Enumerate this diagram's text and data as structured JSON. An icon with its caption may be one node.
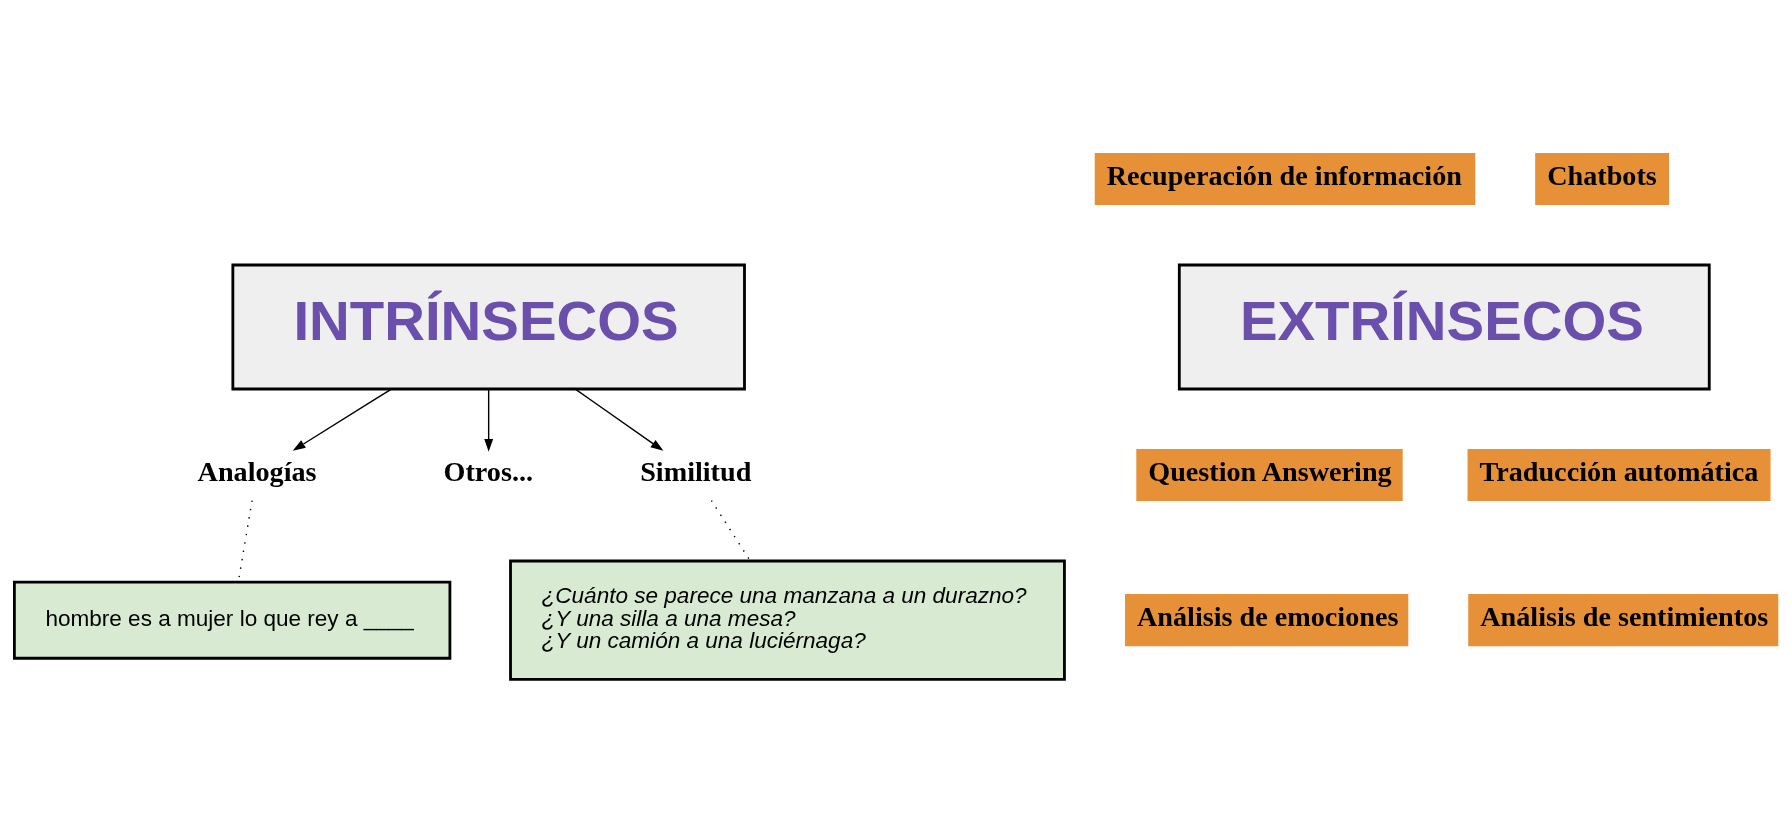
{
  "diagram": {
    "nodes": [
      {
        "text": [
          "INTRÍNSECOS"
        ]
      },
      {
        "text": [
          "Analogías"
        ]
      },
      {
        "text": [
          "Otros..."
        ]
      },
      {
        "text": [
          "Similitud"
        ]
      },
      {
        "text": [
          "hombre es a mujer lo que rey a ____"
        ]
      },
      {
        "text": [
          "EXTRÍNSECOS"
        ]
      },
      {
        "text": [
          "Recuperación de información"
        ]
      },
      {
        "text": [
          "Chatbots"
        ]
      },
      {
        "text": [
          "Question Answering"
        ]
      },
      {
        "text": [
          "Traducción automática"
        ]
      },
      {
        "text": [
          "Análisis de sentimientos"
        ]
      },
      {
        "text": [
          "Análisis de emociones"
        ]
      },
      {
        "text": [
          "¿Cuánto se parece una manzana a un durazno?",
          "¿Y una silla a una mesa?",
          "¿Y un camión a una luciérnaga?"
        ]
      }
    ],
    "edges": [
      {
        "from": 0,
        "to": 1,
        "arrow": "to"
      },
      {
        "from": 0,
        "to": 2,
        "arrow": "to"
      },
      {
        "from": 0,
        "to": 3,
        "arrow": "to"
      },
      {
        "from": 1,
        "to": 4,
        "arrow": "none",
        "style": "dashed"
      },
      {
        "from": 3,
        "to": 12,
        "arrow": "none",
        "style": "dashed"
      }
    ]
  }
}
